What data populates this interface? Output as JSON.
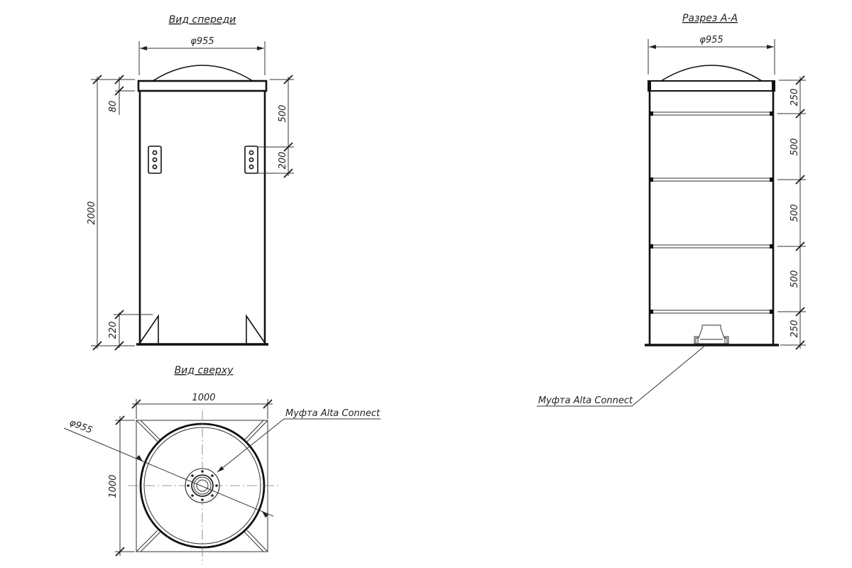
{
  "front_view": {
    "title": "Вид спереди",
    "diameter": "φ955",
    "dim_height_total": "2000",
    "dim_flange": "80",
    "dim_support": "220",
    "dim_to_bracket": "500",
    "dim_bracket": "200"
  },
  "section_view": {
    "title": "Разрез А-А",
    "diameter": "φ955",
    "dims": [
      "250",
      "500",
      "500",
      "500",
      "250"
    ],
    "fitting_label": "Муфта Alta Connect"
  },
  "top_view": {
    "title": "Вид сверху",
    "width": "1000",
    "depth": "1000",
    "diameter": "φ955",
    "fitting_label": "Муфта Alta Connect"
  }
}
